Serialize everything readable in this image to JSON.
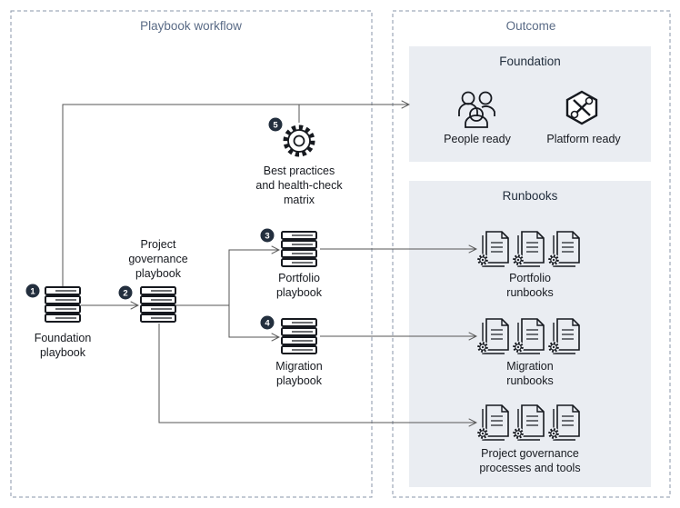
{
  "panels": {
    "workflow_title": "Playbook workflow",
    "outcome_title": "Outcome"
  },
  "foundation_box": {
    "title": "Foundation",
    "people_label": "People ready",
    "platform_label": "Platform ready"
  },
  "runbooks_box": {
    "title": "Runbooks",
    "portfolio_line1": "Portfolio",
    "portfolio_line2": "runbooks",
    "migration_line1": "Migration",
    "migration_line2": "runbooks",
    "governance_line1": "Project governance",
    "governance_line2": "processes and tools"
  },
  "playbooks": {
    "foundation": {
      "badge": "1",
      "line1": "Foundation",
      "line2": "playbook"
    },
    "governance": {
      "badge": "2",
      "line1": "Project",
      "line2": "governance",
      "line3": "playbook"
    },
    "portfolio": {
      "badge": "3",
      "line1": "Portfolio",
      "line2": "playbook"
    },
    "migration": {
      "badge": "4",
      "line1": "Migration",
      "line2": "playbook"
    },
    "best_practices": {
      "badge": "5",
      "line1": "Best practices",
      "line2": "and health-check",
      "line3": "matrix"
    }
  },
  "icons": {
    "playbook": "server-stack-icon",
    "best_practices": "gear-icon",
    "people": "people-icon",
    "platform": "tools-icon",
    "runbook": "document-gear-icon"
  },
  "colors": {
    "panel_border": "#8a96a8",
    "outcome_box": "#eaedf2",
    "panel_title": "#5a6b86",
    "icon": "#16191f",
    "arrow": "#555555"
  }
}
